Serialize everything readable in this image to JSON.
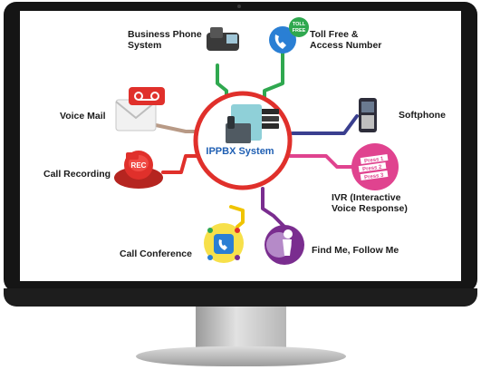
{
  "hub": {
    "title": "IPPBX System"
  },
  "nodes": [
    {
      "id": "business-phone",
      "label": "Business Phone\nSystem",
      "icon": "desk-phone-icon",
      "line_color": "#2fa84f"
    },
    {
      "id": "toll-free",
      "label": "Toll Free &\nAccess Number",
      "icon": "phone-handset-icon",
      "badge": "TOLL\nFREE",
      "line_color": "#2fa84f"
    },
    {
      "id": "voice-mail",
      "label": "Voice Mail",
      "icon": "envelope-voicemail-icon",
      "line_color": "#b89a86"
    },
    {
      "id": "softphone",
      "label": "Softphone",
      "icon": "mobile-phone-icon",
      "line_color": "#3a3f8f"
    },
    {
      "id": "call-recording",
      "label": "Call Recording",
      "icon": "rec-button-icon",
      "badge": "REC",
      "line_color": "#e0302b"
    },
    {
      "id": "ivr",
      "label": "IVR (Interactive\nVoice Response)",
      "icon": "ivr-menu-icon",
      "menu": [
        "Press 1",
        "Press 2",
        "Press 3"
      ],
      "line_color": "#e0438f"
    },
    {
      "id": "call-conference",
      "label": "Call Conference",
      "icon": "conference-icon",
      "line_color": "#f0c400"
    },
    {
      "id": "find-me",
      "label": "Find Me, Follow Me",
      "icon": "globe-person-icon",
      "line_color": "#7a2d8f"
    }
  ],
  "colors": {
    "hub_ring": "#e0302b",
    "hub_title": "#1f5fb3"
  }
}
